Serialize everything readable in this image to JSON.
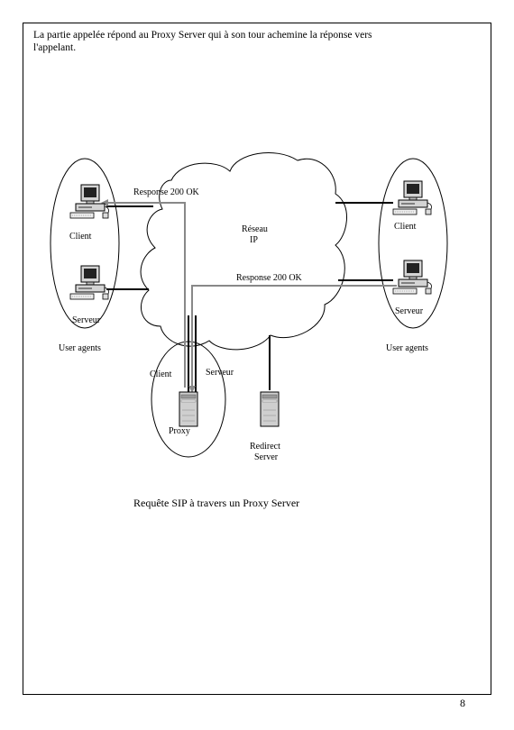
{
  "intro_text": "La partie appelée répond au Proxy Server qui à son tour achemine la réponse vers l'appelant.",
  "diagram": {
    "response_top": "Response 200  OK",
    "response_bottom": "Response 200 OK",
    "network_line1": "Réseau",
    "network_line2": "IP",
    "left_client": "Client",
    "left_server": "Serveur",
    "left_group": "User agents",
    "right_client": "Client",
    "right_server": "Serveur",
    "right_group": "User agents",
    "proxy_client": "Client",
    "proxy_server": "Serveur",
    "proxy_name": "Proxy",
    "redirect_line1": "Redirect",
    "redirect_line2": "Server"
  },
  "caption": "Requête SIP à travers un Proxy Server",
  "page_number": "8"
}
